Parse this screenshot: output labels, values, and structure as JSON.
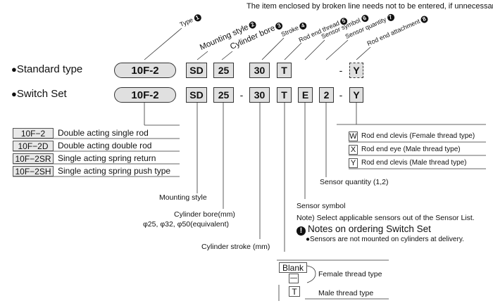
{
  "note_top": "The item enclosed by broken line needs not to be entered, if unnecessary.",
  "rows": {
    "standard": {
      "label": "Standard type",
      "model": "10F-2",
      "mount": "SD",
      "bore": "25",
      "stroke": "30",
      "thread": "T",
      "dash": "-",
      "attachment": "Y"
    },
    "switch": {
      "label": "Switch Set",
      "model": "10F-2",
      "mount": "SD",
      "bore": "25",
      "dash1": "-",
      "stroke": "30",
      "thread": "T",
      "sensor": "E",
      "quantity": "2",
      "dash2": "-",
      "attachment": "Y"
    }
  },
  "headers": [
    {
      "text": "Type",
      "num": "1"
    },
    {
      "text": "Mounting style",
      "num": "2"
    },
    {
      "text": "Cylinder bore",
      "num": "3"
    },
    {
      "text": "Stroke",
      "num": "4"
    },
    {
      "text": "Rod end thread",
      "num": "5"
    },
    {
      "text": "Sensor symbol",
      "num": "6"
    },
    {
      "text": "Sensor quantity",
      "num": "7"
    },
    {
      "text": "Rod end attachment",
      "num": "8"
    }
  ],
  "types": [
    {
      "code": "10F−2",
      "desc": "Double acting single rod"
    },
    {
      "code": "10F−2D",
      "desc": "Double acting double rod"
    },
    {
      "code": "10F−2SR",
      "desc": "Single acting spring return"
    },
    {
      "code": "10F−2SH",
      "desc": "Single acting spring push type"
    }
  ],
  "attachments": [
    {
      "code": "W",
      "desc": "Rod end clevis (Female thread type)"
    },
    {
      "code": "X",
      "desc": "Rod end eye (Male thread type)"
    },
    {
      "code": "Y",
      "desc": "Rod end clevis (Male thread type)"
    }
  ],
  "labels": {
    "mounting": "Mounting style",
    "bore": "Cylinder bore(mm)",
    "bore_values": "φ25, φ32, φ50(equivalent)",
    "stroke": "Cylinder stroke (mm)",
    "sensor_qty": "Sensor quantity (1,2)",
    "sensor_symbol": "Sensor symbol",
    "sensor_note": "Note) Select applicable sensors out of the Sensor List.",
    "notes_title": "Notes on ordering Switch Set",
    "notes_icon": "!",
    "notes_item": "●Sensors are not mounted on cylinders at delivery."
  },
  "rod_thread": {
    "blank": "Blank",
    "dash_symbol": "—",
    "female": "Female thread type",
    "t_code": "T",
    "male": "Male thread type"
  }
}
